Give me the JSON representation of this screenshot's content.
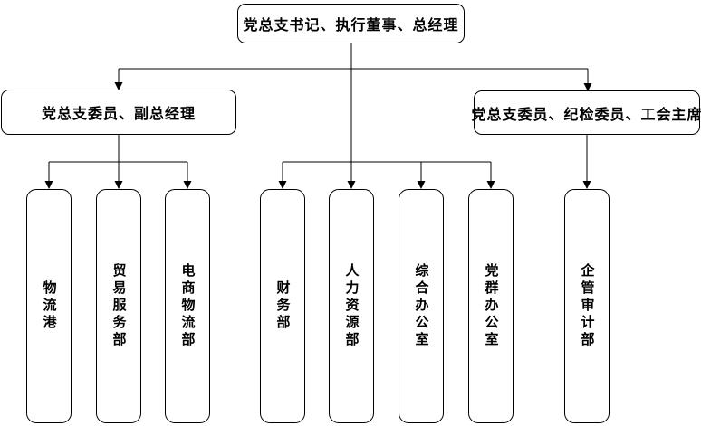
{
  "diagram": {
    "type": "org-chart",
    "root": {
      "label": "党总支书记、执行董事、总经理"
    },
    "level2": {
      "left": {
        "label": "党总支委员、副总经理"
      },
      "right": {
        "label": "党总支委员、纪检委员、工会主席"
      }
    },
    "departments": [
      {
        "label": "物流港",
        "parent": "党总支委员、副总经理"
      },
      {
        "label": "贸易服务部",
        "parent": "党总支委员、副总经理"
      },
      {
        "label": "电商物流部",
        "parent": "党总支委员、副总经理"
      },
      {
        "label": "财务部",
        "parent": "党总支书记、执行董事、总经理"
      },
      {
        "label": "人力资源部",
        "parent": "党总支书记、执行董事、总经理"
      },
      {
        "label": "综合办公室",
        "parent": "党总支书记、执行董事、总经理"
      },
      {
        "label": "党群办公室",
        "parent": "党总支书记、执行董事、总经理"
      },
      {
        "label": "企管审计部",
        "parent": "党总支委员、纪检委员、工会主席"
      }
    ],
    "colors": {
      "line": "#000000",
      "border": "#000000",
      "box_background": "#ffffff",
      "text": "#000000"
    }
  }
}
